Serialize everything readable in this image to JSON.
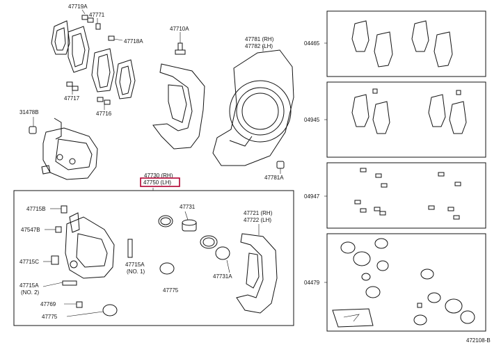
{
  "labels": {
    "p47719A": "47719A",
    "p47771": "47771",
    "p47718A": "47718A",
    "p47717": "47717",
    "p47716": "47716",
    "p47710A": "47710A",
    "p47781": "47781 (RH)",
    "p47782": "47782 (LH)",
    "p31478B": "31478B",
    "p47781A": "47781A",
    "p47730": "47730 (RH)",
    "p47750": "47750 (LH)",
    "p47715B": "47715B",
    "p47731": "47731",
    "p47721": "47721 (RH)",
    "p47722": "47722 (LH)",
    "p47547B": "47547B",
    "p47715C": "47715C",
    "p47715A_no1": "47715A",
    "p47715A_no1_sub": "(NO. 1)",
    "p47715A_no2": "47715A",
    "p47715A_no2_sub": "(NO. 2)",
    "p47775a": "47775",
    "p47731A": "47731A",
    "p47769": "47769",
    "p47775b": "47775",
    "kit04465": "04465",
    "kit04945": "04945",
    "kit04947": "04947",
    "kit04479": "04479",
    "ref": "472108-B"
  },
  "colors": {
    "line": "#111111",
    "highlight": "#b00030"
  }
}
